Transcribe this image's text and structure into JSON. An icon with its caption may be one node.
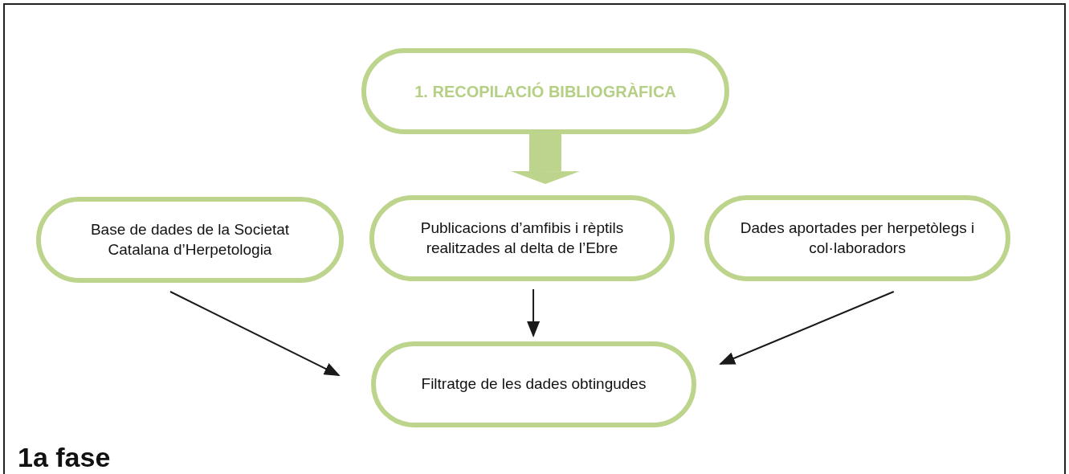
{
  "diagram": {
    "nodes": [
      {
        "text": [
          "1. RECOPILACIÓ BIBLIOGRÀFICA"
        ]
      },
      {
        "text": [
          "Base de dades de la Societat Catalana d’Herpetologia"
        ]
      },
      {
        "text": [
          "Publicacions d’amfibis i rèptils realitzades al delta de l’Ebre"
        ]
      },
      {
        "text": [
          "Dades aportades per herpetòlegs i col·laboradors"
        ]
      },
      {
        "text": [
          "Filtratge de les dades obtingudes"
        ]
      }
    ],
    "edges": [
      {
        "from": 0,
        "to": 2,
        "arrow": "to",
        "style": "thick",
        "color": "#bdd48c"
      },
      {
        "from": 1,
        "to": 4,
        "arrow": "to"
      },
      {
        "from": 2,
        "to": 4,
        "arrow": "to"
      },
      {
        "from": 3,
        "to": 4,
        "arrow": "to"
      }
    ],
    "labels": [
      "1a fase"
    ]
  }
}
